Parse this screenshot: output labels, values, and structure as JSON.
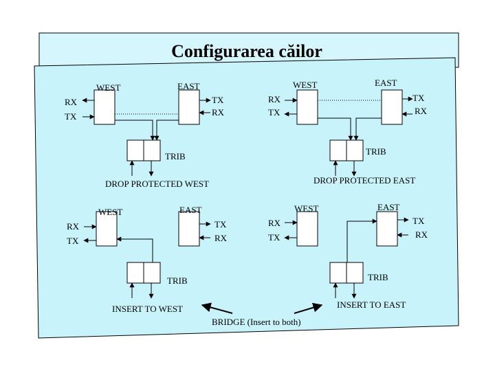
{
  "title": "Configurarea căilor",
  "colors": {
    "panel": "#c9f3fb",
    "panel_back": "#d5f6fc",
    "stroke": "#000000"
  },
  "quadrants": {
    "top_left": {
      "west": "WEST",
      "east": "EAST",
      "rx_left": "RX",
      "tx_left": "TX",
      "tx_right": "TX",
      "rx_right": "RX",
      "trib": "TRIB",
      "caption": "DROP PROTECTED WEST"
    },
    "top_right": {
      "west": "WEST",
      "east": "EAST",
      "rx_left": "RX",
      "tx_left": "TX",
      "tx_right": "TX",
      "rx_right": "RX",
      "trib": "TRIB",
      "caption": "DROP PROTECTED  EAST"
    },
    "bottom_left": {
      "west": "WEST",
      "east": "EAST",
      "rx_left": "RX",
      "tx_left": "TX",
      "tx_right": "TX",
      "rx_right": "RX",
      "trib": "TRIB",
      "caption": "INSERT TO WEST"
    },
    "bottom_right": {
      "west": "WEST",
      "east": "EAST",
      "rx_left": "RX",
      "tx_left": "TX",
      "tx_right": "TX",
      "rx_right": "RX",
      "trib": "TRIB",
      "caption": "INSERT TO  EAST"
    }
  },
  "bridge": "BRIDGE (Insert to both)"
}
